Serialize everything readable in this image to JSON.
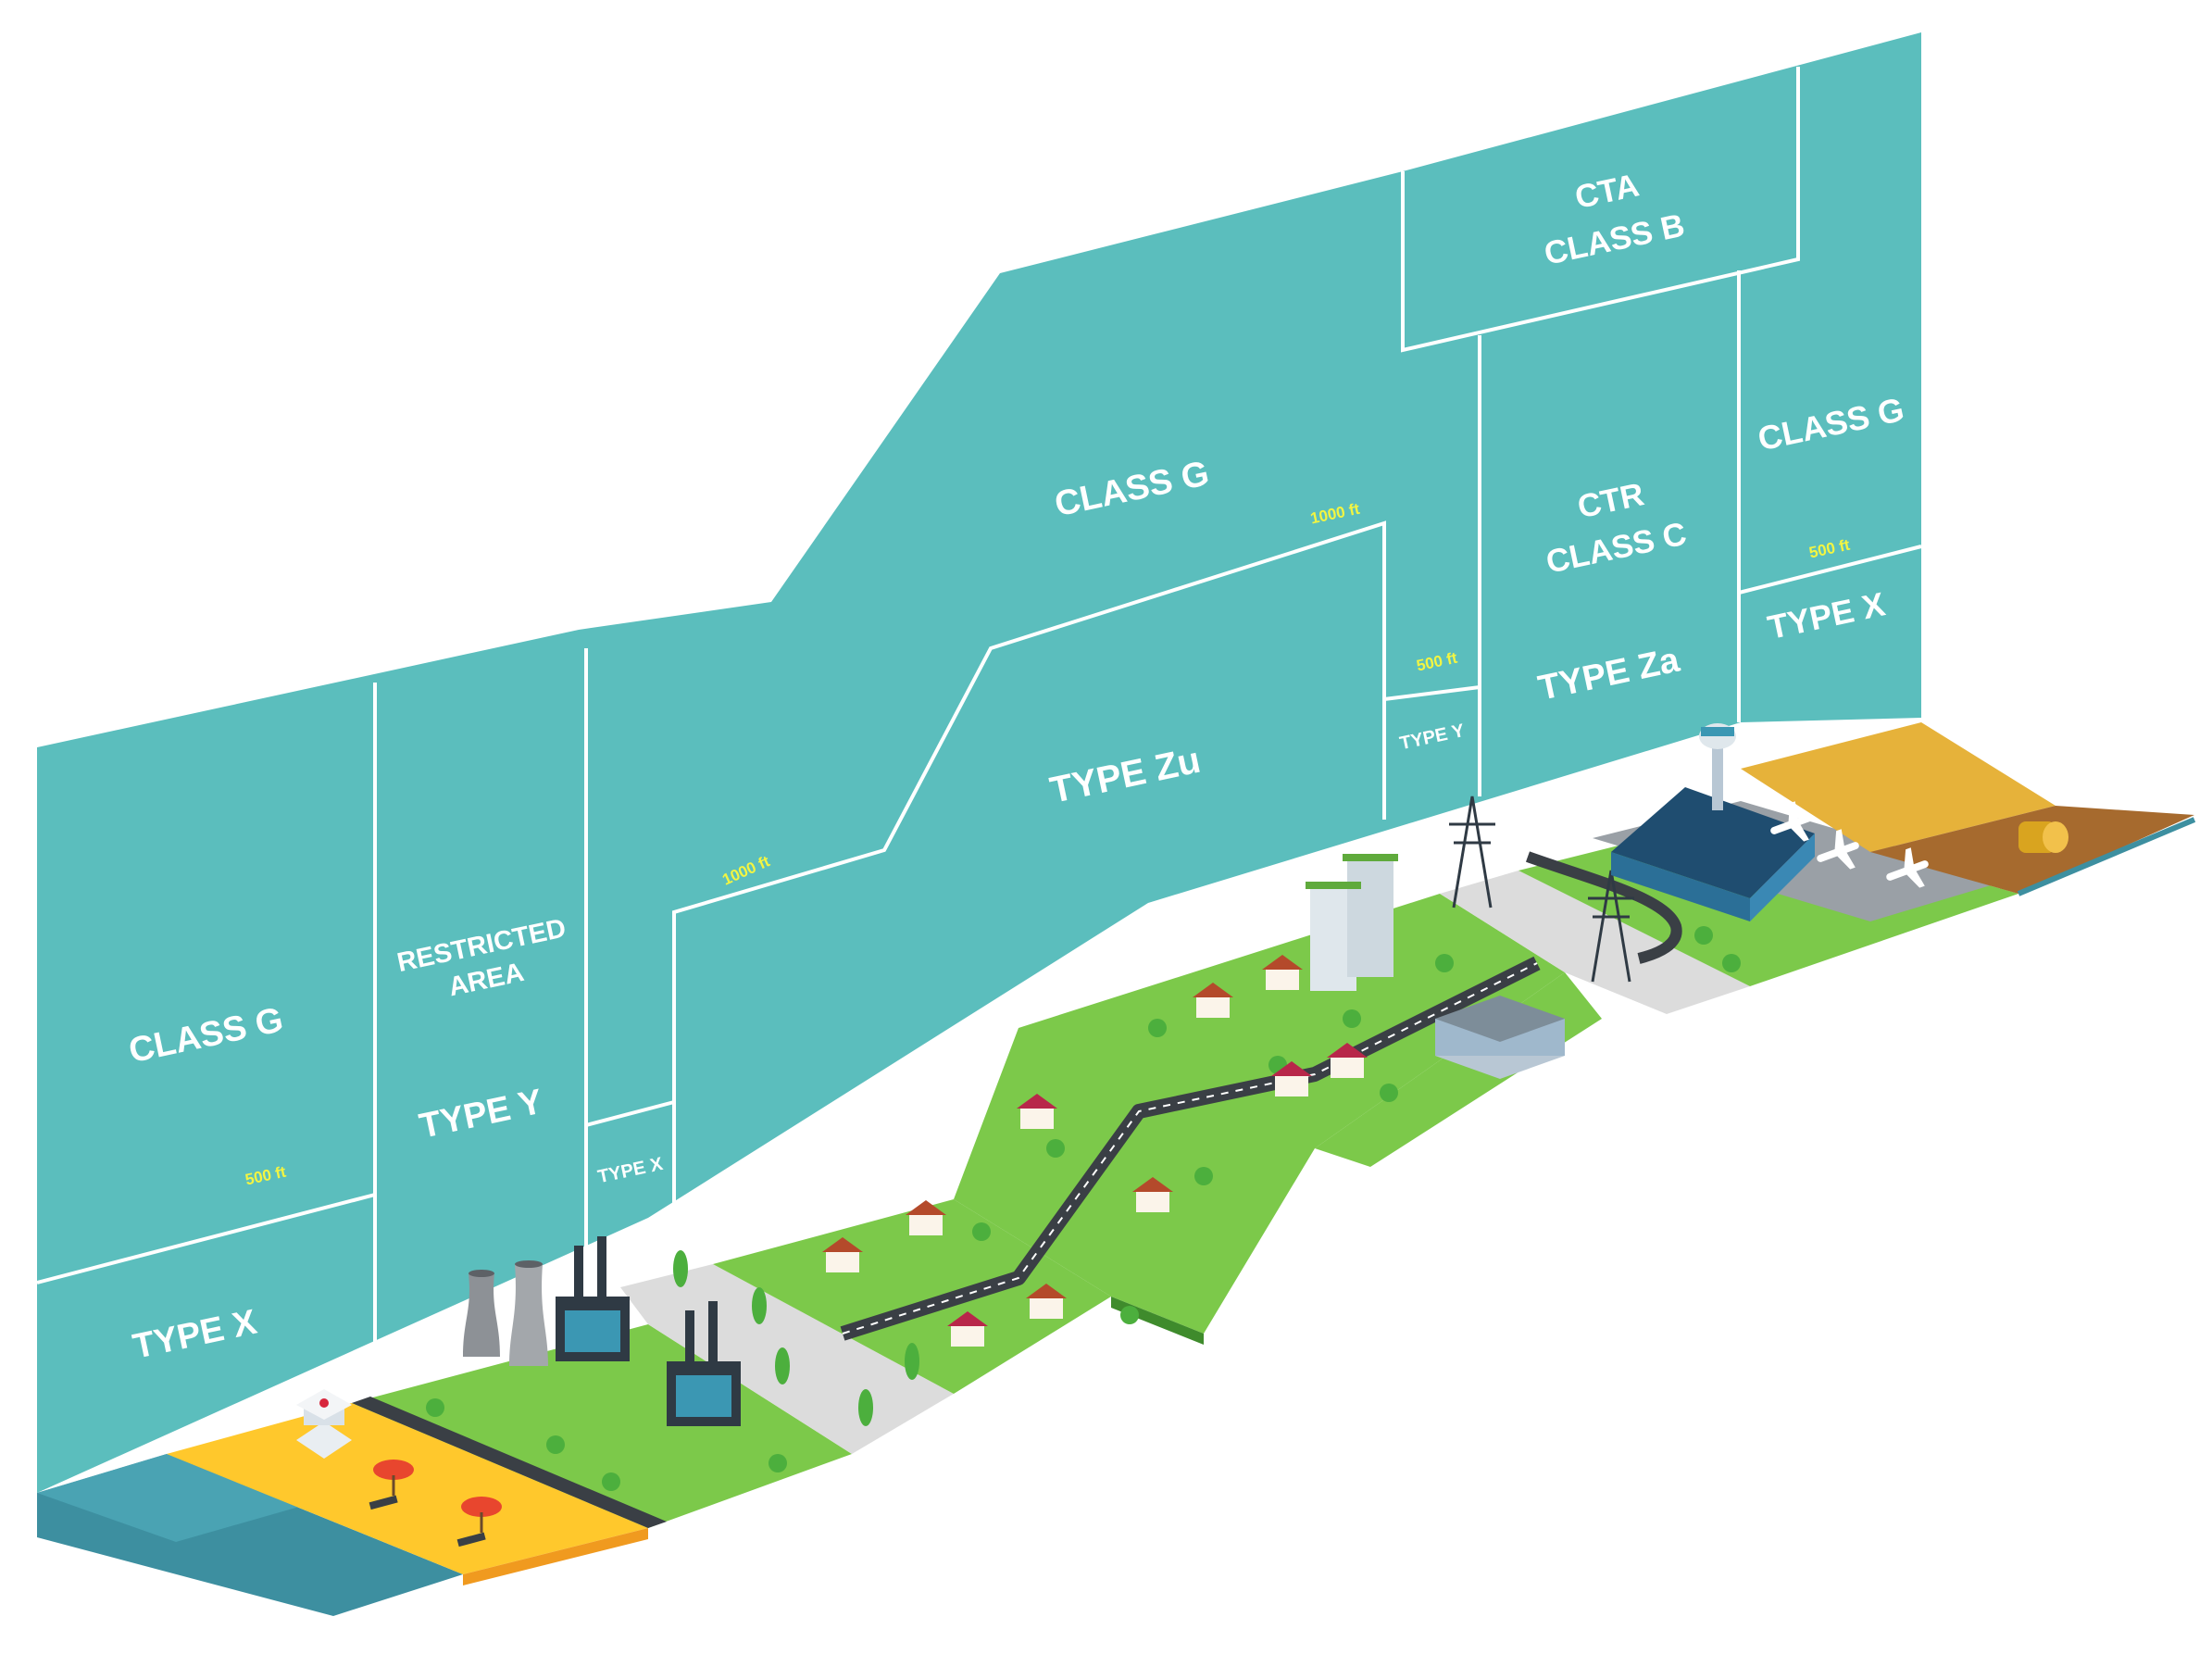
{
  "colors": {
    "wall": "#5bbebd",
    "wall_line": "#ffffff",
    "label": "#ffffff",
    "altitude_label": "#f2f542",
    "sea": "#3d8fa0",
    "sand": "#ffc82c",
    "grass": "#7cc94a",
    "grass_side": "#3f8b2c",
    "road": "#3a3f45",
    "concrete": "#dcdcdc",
    "field": "#e6b23a",
    "soil": "#a66a2e"
  },
  "zones": {
    "left_class_g": "CLASS G",
    "left_type_x": "TYPE X",
    "left_alt": "500 ft",
    "restricted_line1": "RESTRICTED",
    "restricted_line2": "AREA",
    "restricted_type_y": "TYPE Y",
    "mid_type_x": "TYPE X",
    "mid_alt_1000": "1000 ft",
    "mid_class_g": "CLASS G",
    "type_zu": "TYPE Zu",
    "right_alt_1000": "1000 ft",
    "type_y_small": "TYPE Y",
    "alt_500_small": "500 ft",
    "cta_line1": "CTA",
    "cta_line2": "CLASS B",
    "ctr_line1": "CTR",
    "ctr_line2": "CLASS C",
    "type_za": "TYPE Za",
    "far_class_g": "CLASS G",
    "far_alt": "500 ft",
    "far_type_x": "TYPE X"
  },
  "icons": [
    "beach-hut-icon",
    "parasol-icon",
    "power-plant-icon",
    "factory-icon",
    "tree-icon",
    "house-icon",
    "office-building-icon",
    "power-pylon-icon",
    "airport-terminal-icon",
    "control-tower-icon",
    "airplane-icon",
    "hay-bale-icon"
  ]
}
